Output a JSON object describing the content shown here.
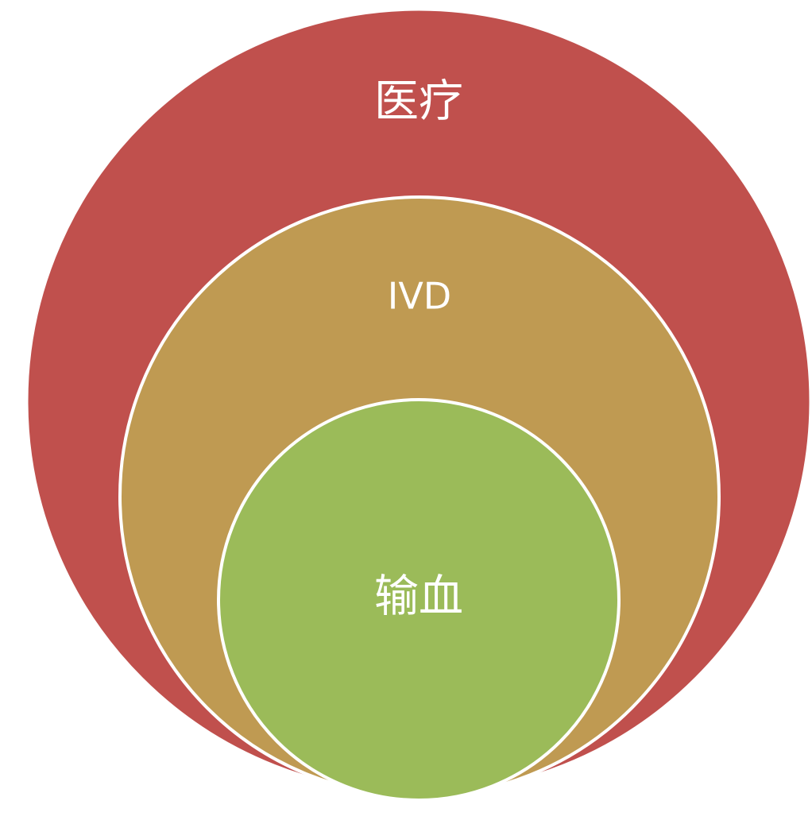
{
  "diagram": {
    "type": "nested-circles",
    "levels": [
      {
        "label": "医疗",
        "color": "#c0504d"
      },
      {
        "label": "IVD",
        "color": "#bf9a52"
      },
      {
        "label": "输血",
        "color": "#9bbb59"
      }
    ],
    "border_color": "#ffffff"
  }
}
